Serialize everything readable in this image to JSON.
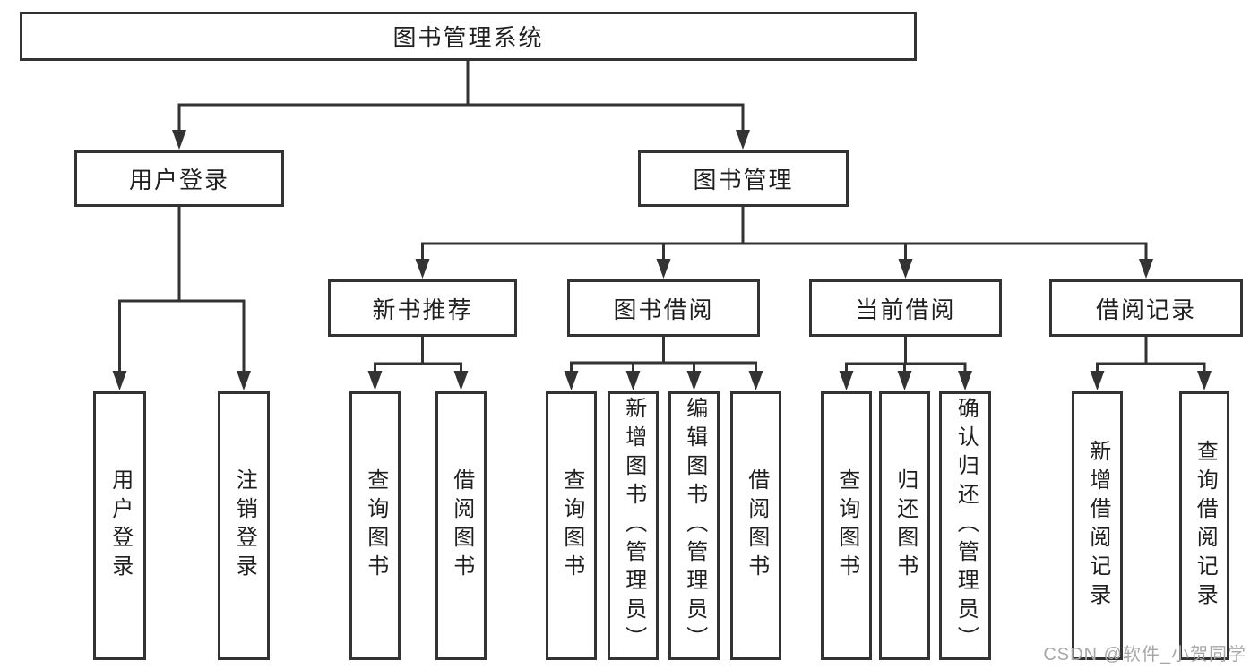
{
  "nodes": {
    "root": "图书管理系统",
    "user_login": "用户登录",
    "book_mgmt": "图书管理",
    "new_book_rec": "新书推荐",
    "book_borrow": "图书借阅",
    "current_borrow": "当前借阅",
    "borrow_records": "借阅记录",
    "leaf_user_login": "用户登录",
    "leaf_logout": "注销登录",
    "leaf_rec_query": "查询图书",
    "leaf_rec_borrow": "借阅图书",
    "leaf_bb_query": "查询图书",
    "leaf_bb_add": "新增图书（管理员）",
    "leaf_bb_edit": "编辑图书（管理员）",
    "leaf_bb_borrow": "借阅图书",
    "leaf_cur_query": "查询图书",
    "leaf_cur_return": "归还图书",
    "leaf_cur_confirm": "确认归还（管理员）",
    "leaf_records_add": "新增借阅记录",
    "leaf_records_query": "查询借阅记录"
  },
  "hierarchy": {
    "图书管理系统": {
      "用户登录": [
        "用户登录",
        "注销登录"
      ],
      "图书管理": {
        "新书推荐": [
          "查询图书",
          "借阅图书"
        ],
        "图书借阅": [
          "查询图书",
          "新增图书（管理员）",
          "编辑图书（管理员）",
          "借阅图书"
        ],
        "当前借阅": [
          "查询图书",
          "归还图书",
          "确认归还（管理员）"
        ],
        "借阅记录": [
          "新增借阅记录",
          "查询借阅记录"
        ]
      }
    }
  },
  "watermark": {
    "text": "CSDN @软件_小贺同学"
  },
  "colors": {
    "line": "#333333",
    "text": "#1f1f1f",
    "watermark": "#a8a8a8",
    "background": "#ffffff"
  }
}
